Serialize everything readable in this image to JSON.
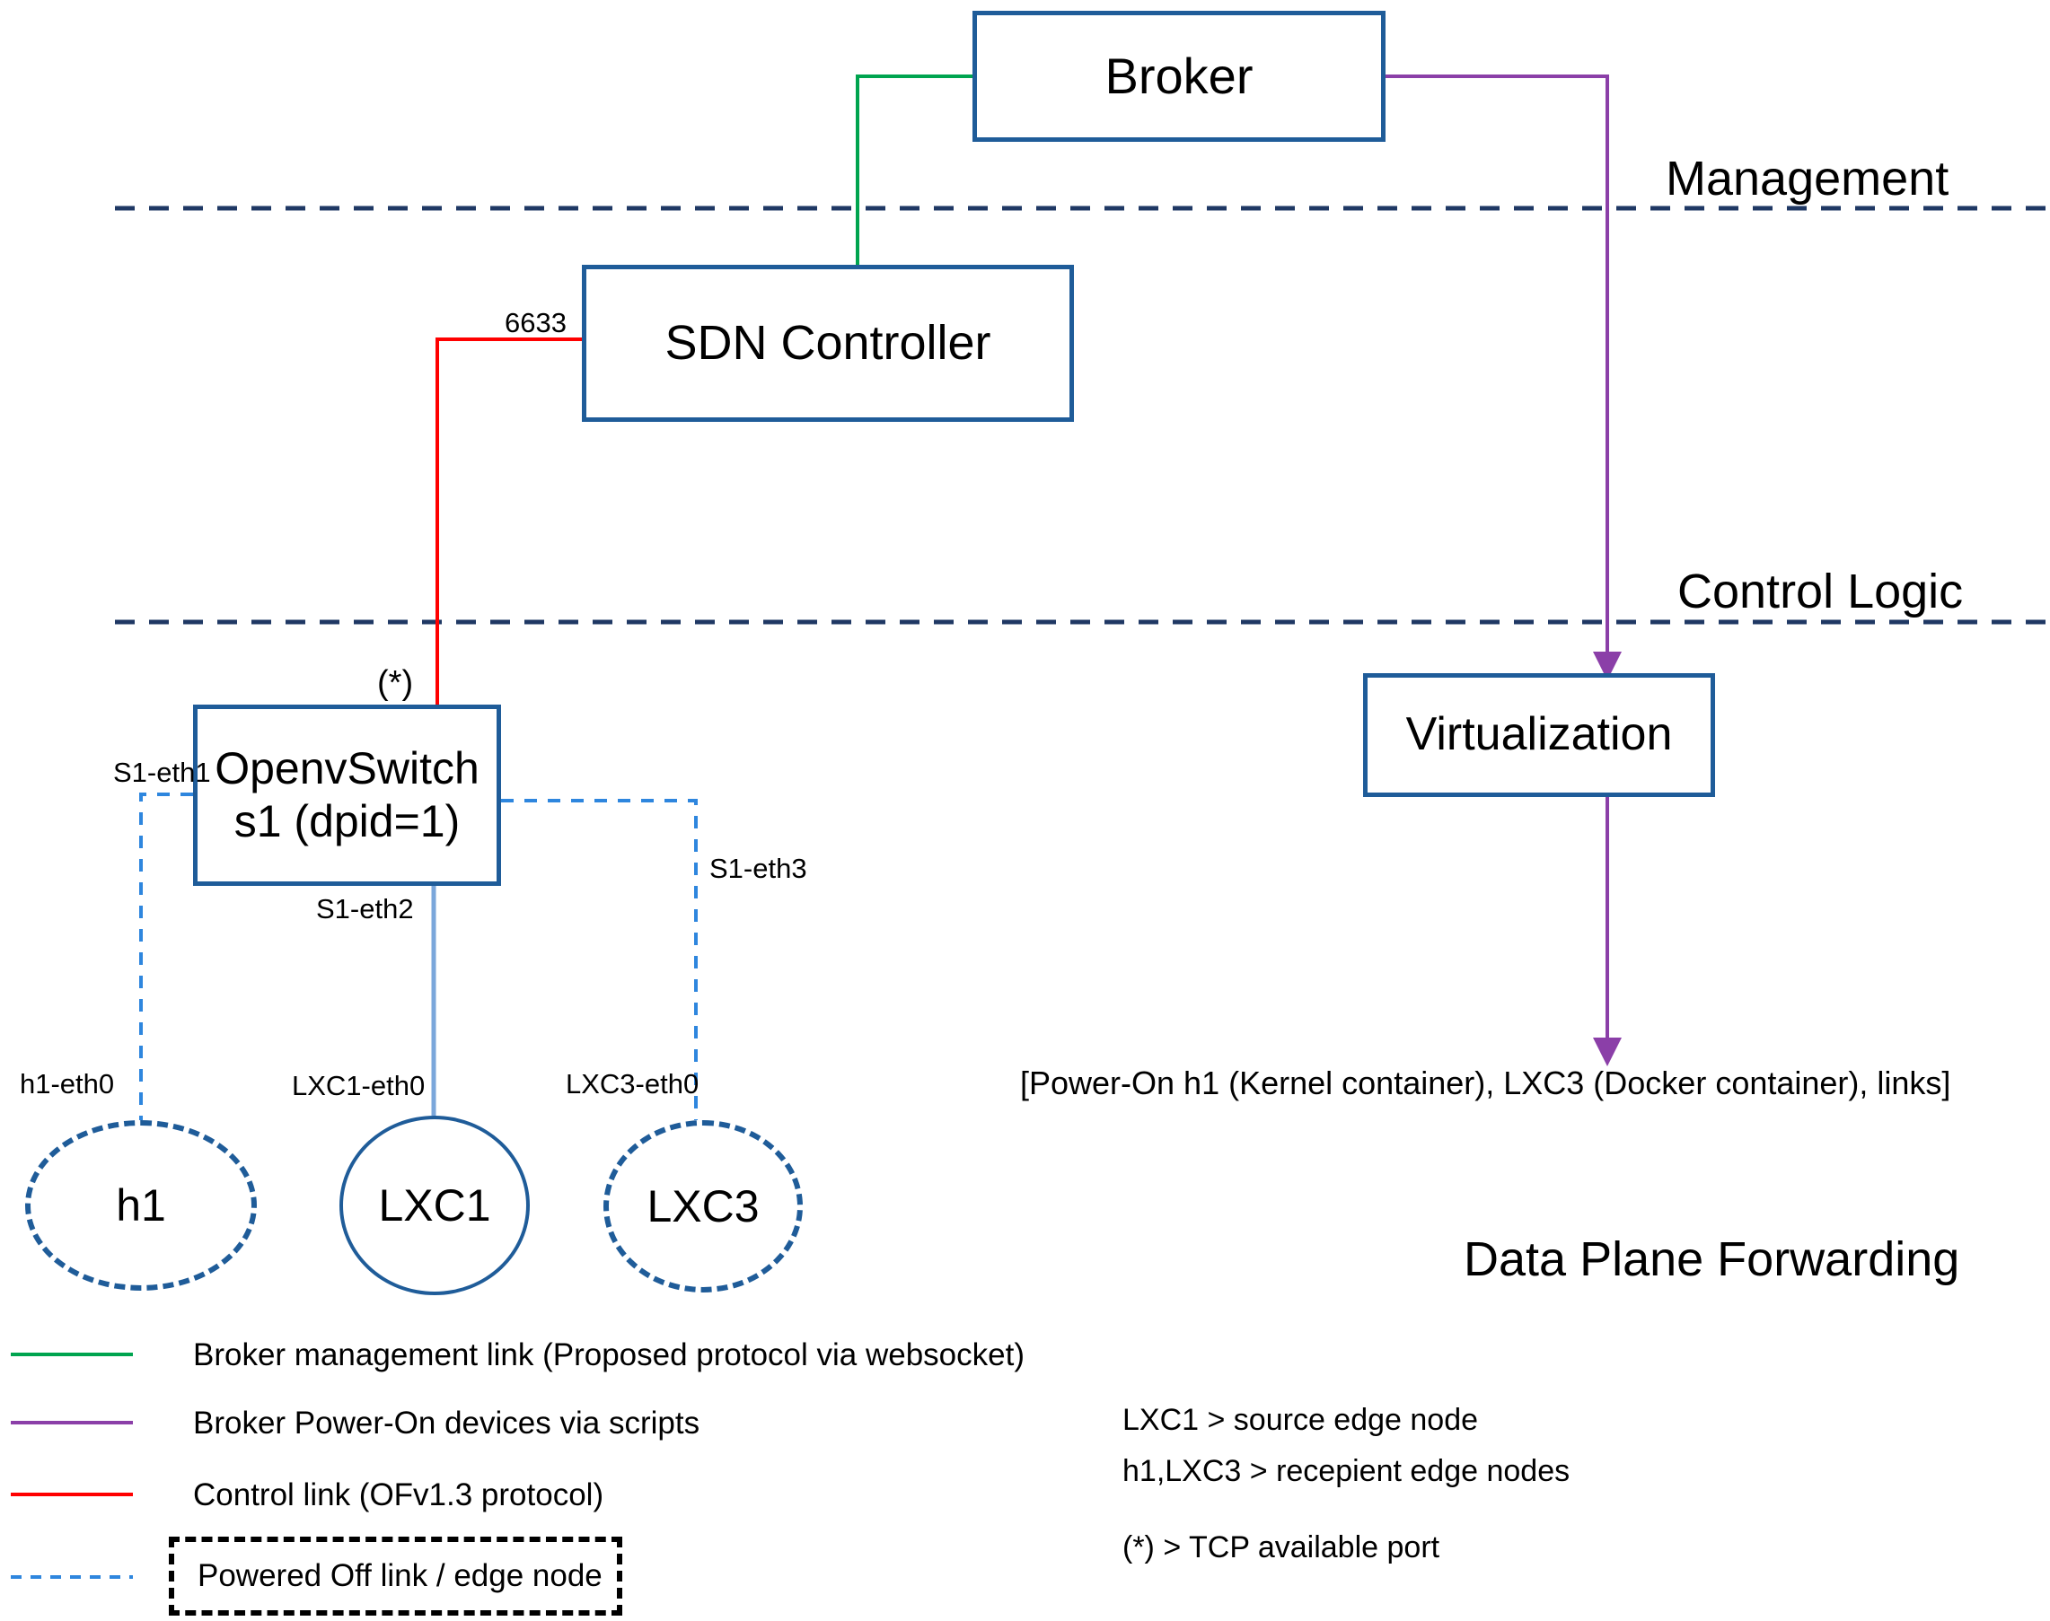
{
  "diagram": {
    "planes": [
      {
        "id": "management",
        "label": "Management"
      },
      {
        "id": "control-logic",
        "label": "Control Logic"
      },
      {
        "id": "data-plane",
        "label": "Data Plane Forwarding"
      }
    ],
    "boxes": [
      {
        "id": "broker",
        "label": "Broker"
      },
      {
        "id": "sdn-controller",
        "label": "SDN Controller"
      },
      {
        "id": "openvswitch",
        "label_line1": "OpenvSwitch",
        "label_line2": "s1 (dpid=1)"
      },
      {
        "id": "virtualization",
        "label": "Virtualization"
      }
    ],
    "edge_nodes": [
      {
        "id": "h1",
        "label": "h1",
        "state": "off"
      },
      {
        "id": "lxc1",
        "label": "LXC1",
        "state": "on"
      },
      {
        "id": "lxc3",
        "label": "LXC3",
        "state": "off"
      }
    ],
    "port_labels": {
      "controller_port": "6633",
      "switch_ctrl_port": "(*)",
      "s1_eth1": "S1-eth1",
      "s1_eth2": "S1-eth2",
      "s1_eth3": "S1-eth3",
      "h1_eth0": "h1-eth0",
      "lxc1_eth0": "LXC1-eth0",
      "lxc3_eth0": "LXC3-eth0"
    },
    "annotations": {
      "power_on_action": "[Power-On h1 (Kernel container), LXC3 (Docker container), links]",
      "note_source": "LXC1 > source edge node",
      "note_recipients": "h1,LXC3 > recepient edge nodes",
      "note_star": "(*) > TCP available port"
    },
    "legend": [
      {
        "id": "broker-management-link",
        "swatch": "solid",
        "color": "#00A44F",
        "label": "Broker management link (Proposed protocol via websocket)"
      },
      {
        "id": "broker-power-on-link",
        "swatch": "solid",
        "color": "#8B3FA8",
        "label": "Broker Power-On devices via scripts"
      },
      {
        "id": "control-link",
        "swatch": "solid",
        "color": "#FF0000",
        "label": "Control link (OFv1.3 protocol)"
      },
      {
        "id": "powered-off-link",
        "swatch": "dashed",
        "color": "#2E86DE",
        "label": "Powered Off link / edge node"
      }
    ],
    "colors": {
      "box_border": "#1F5C99",
      "management_link": "#00A44F",
      "power_link": "#8B3FA8",
      "control_link": "#FF0000",
      "powered_off": "#2E86DE",
      "active_link": "#7BA7DB",
      "plane_divider": "#1F3864"
    }
  }
}
